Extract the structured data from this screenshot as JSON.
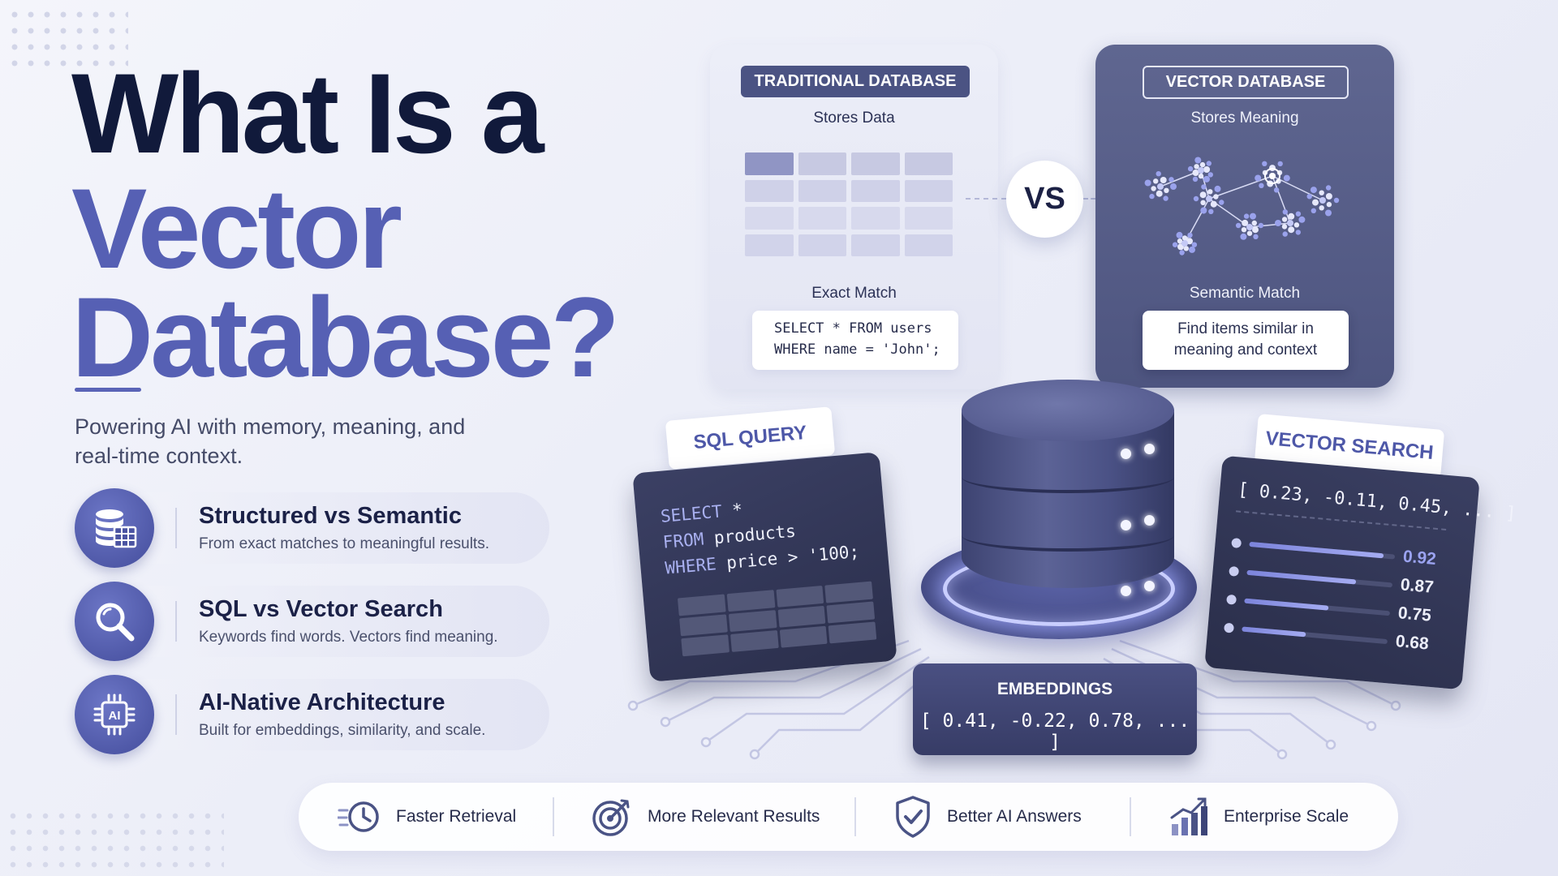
{
  "headline": {
    "line1": "What Is a",
    "line2": "Vector",
    "line3": "Database?"
  },
  "subtitle": "Powering AI with memory, meaning, and real-time context.",
  "features": [
    {
      "icon": "database-table-icon",
      "title": "Structured vs Semantic",
      "desc": "From exact matches to meaningful results."
    },
    {
      "icon": "search-icon",
      "title": "SQL vs Vector Search",
      "desc": "Keywords find words. Vectors find meaning."
    },
    {
      "icon": "ai-chip-icon",
      "title": "AI-Native Architecture",
      "desc": "Built for embeddings, similarity, and scale."
    }
  ],
  "traditional": {
    "tag": "TRADITIONAL DATABASE",
    "subtitle": "Stores Data",
    "match": "Exact Match",
    "query_line1": "SELECT * FROM users",
    "query_line2": "WHERE name = 'John';"
  },
  "vs": "VS",
  "vector": {
    "tag": "VECTOR DATABASE",
    "subtitle": "Stores Meaning",
    "match": "Semantic Match",
    "desc_line1": "Find items similar in",
    "desc_line2": "meaning and context"
  },
  "sql_query": {
    "tag": "SQL QUERY",
    "kw1": "SELECT",
    "rest1": " *",
    "kw2": "FROM",
    "rest2": " products",
    "kw3": "WHERE",
    "rest3": " price > '100;"
  },
  "vector_search": {
    "tag": "VECTOR SEARCH",
    "vector": "[ 0.23, -0.11, 0.45, ... ]",
    "results": [
      {
        "score": "0.92",
        "fill": 0.92
      },
      {
        "score": "0.87",
        "fill": 0.75
      },
      {
        "score": "0.75",
        "fill": 0.58
      },
      {
        "score": "0.68",
        "fill": 0.44
      }
    ]
  },
  "embeddings": {
    "title": "EMBEDDINGS",
    "vector": "[ 0.41, -0.22, 0.78, ... ]"
  },
  "benefits": [
    {
      "icon": "clock-speed-icon",
      "label": "Faster Retrieval"
    },
    {
      "icon": "target-icon",
      "label": "More Relevant Results"
    },
    {
      "icon": "shield-check-icon",
      "label": "Better AI Answers"
    },
    {
      "icon": "growth-chart-icon",
      "label": "Enterprise Scale"
    }
  ],
  "colors": {
    "navy": "#111a3b",
    "accent": "#5660b4",
    "dark_panel": "#4e5580"
  }
}
